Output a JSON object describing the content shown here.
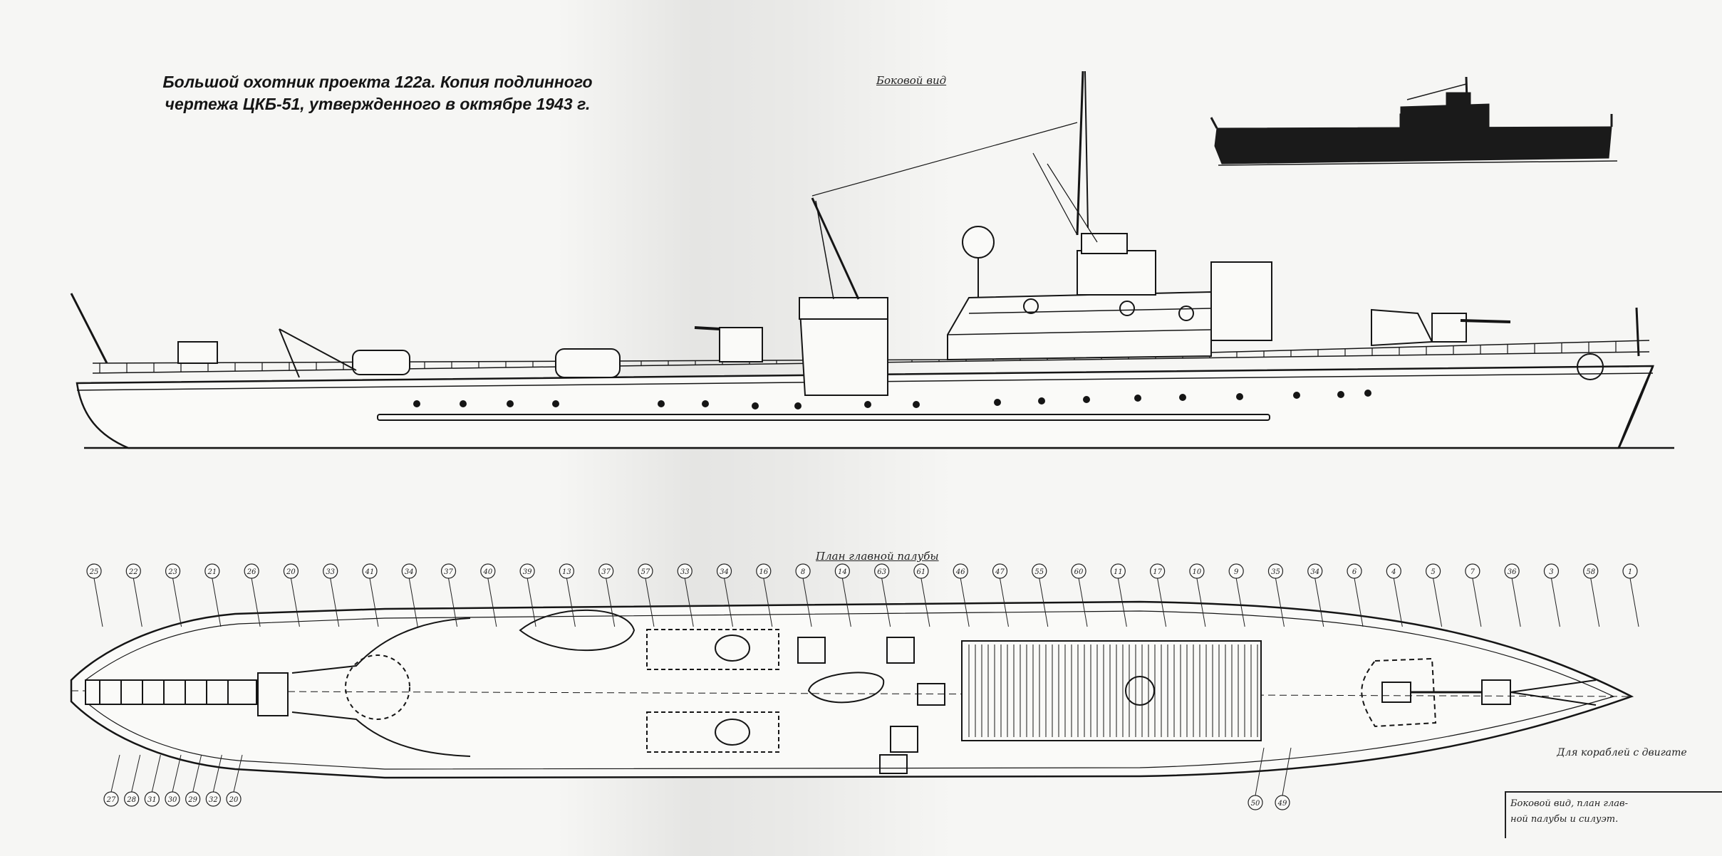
{
  "title": {
    "line1": "Большой охотник проекта 122а. Копия подлинного",
    "line2": "чертежа ЦКБ-51, утвержденного в октябре 1943 г."
  },
  "labels": {
    "side_view": "Боковой вид",
    "deck_plan": "План главной палубы",
    "note_boats": "Для кораблей с двигате",
    "legend_line1": "Боковой вид, план глав-",
    "legend_line2": "ной палубы и силуэт."
  },
  "callouts": {
    "top": [
      "25",
      "22",
      "23",
      "21",
      "26",
      "20",
      "33",
      "41",
      "34",
      "37",
      "40",
      "39",
      "13",
      "37",
      "57",
      "33",
      "34",
      "16",
      "8",
      "14",
      "63",
      "61",
      "46",
      "47",
      "55",
      "60",
      "11",
      "17",
      "10",
      "9",
      "35",
      "34",
      "6",
      "4",
      "5",
      "7",
      "36",
      "3",
      "58",
      "1"
    ],
    "bottom": [
      "27",
      "28",
      "31",
      "30",
      "29",
      "32",
      "20",
      "50",
      "49"
    ]
  },
  "colors": {
    "ink": "#151515",
    "paper": "#f6f6f4",
    "hull_fill": "#fafaf8",
    "silhouette": "#1a1a1a"
  }
}
